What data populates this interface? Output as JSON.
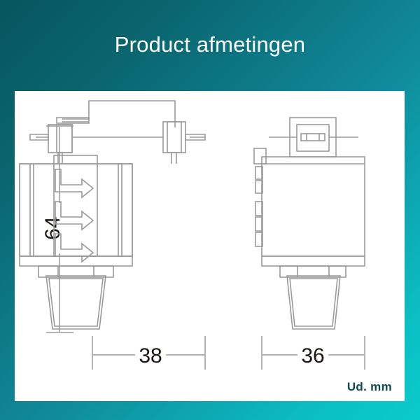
{
  "header": {
    "title": "Product afmetingen"
  },
  "panel": {
    "units_label": "Ud. mm"
  },
  "dimensions": {
    "height": "64",
    "width_front": "38",
    "width_side": "36"
  },
  "colors": {
    "gradient_start": "#07555f",
    "gradient_end": "#09cbcb",
    "panel_background": "#ffffff",
    "title_text": "#ffffff",
    "units_text": "#0c4a52",
    "dimension_text": "#1a1512",
    "drawing_line": "#9a9a9a",
    "dimension_line": "#b4b4b4"
  },
  "drawing": {
    "views": [
      {
        "name": "front-view",
        "label_dimension": "38"
      },
      {
        "name": "side-view",
        "label_dimension": "36"
      }
    ],
    "front_view_arrows": 3,
    "arrow_icon": "bent-flow-arrow-right"
  }
}
